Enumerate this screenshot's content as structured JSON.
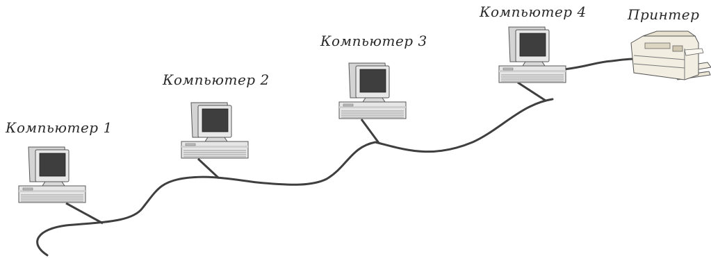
{
  "labels": {
    "computer1": "Компьютер 1",
    "computer2": "Компьютер 2",
    "computer3": "Компьютер 3",
    "computer4": "Компьютер 4",
    "printer": "Принтер"
  },
  "colors": {
    "cable": "#3f3f3f",
    "case": "#e6e6e6",
    "screen": "#3e3e3e",
    "outline": "#555555",
    "printer_body": "#f2eee2"
  },
  "topology": "bus"
}
